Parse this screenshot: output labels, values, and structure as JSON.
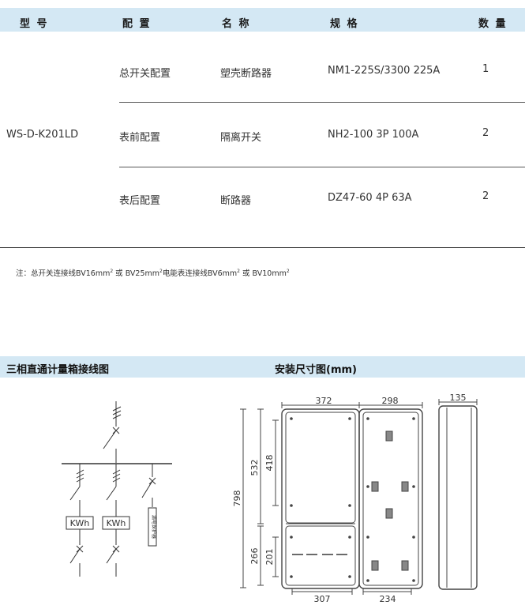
{
  "table": {
    "headers": {
      "model": "型 号",
      "config": "配 置",
      "name": "名 称",
      "spec": "规 格",
      "qty": "数 量"
    },
    "model": "WS-D-K201LD",
    "rows": [
      {
        "config": "总开关配置",
        "name": "塑壳断路器",
        "spec": "NM1-225S/3300 225A",
        "qty": "1"
      },
      {
        "config": "表前配置",
        "name": "隔离开关",
        "spec": "NH2-100 3P 100A",
        "qty": "2"
      },
      {
        "config": "表后配置",
        "name": "断路器",
        "spec": "DZ47-60 4P 63A",
        "qty": "2"
      }
    ]
  },
  "note": {
    "prefix": "注：总开关连接线BV16mm",
    "sup1": "2",
    "mid1": " 或 BV25mm",
    "sup2": "2",
    "mid2": "电能表连接线BV6mm",
    "sup3": "2",
    "mid3": " 或 BV10mm",
    "sup4": "2"
  },
  "sections": {
    "wiring_title": "三相直通计量箱接线图",
    "dims_title": "安装尺寸图(mm)"
  },
  "wiring": {
    "meter_label": "KWh",
    "side_label": "漏电保护器"
  },
  "dims": {
    "top_left": "372",
    "top_right": "298",
    "depth": "135",
    "total_height": "798",
    "upper_height": "532",
    "upper_inner": "418",
    "lower_height": "266",
    "lower_inner": "201",
    "bottom_left": "307",
    "bottom_right": "234"
  },
  "colors": {
    "band": "#d4e8f4",
    "line": "#555555"
  }
}
